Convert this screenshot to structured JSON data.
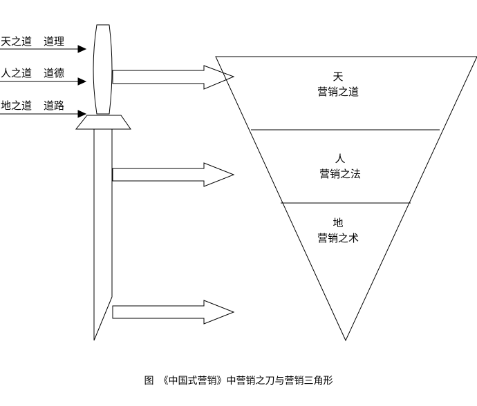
{
  "inputs": [
    {
      "dao": "天之道",
      "principle": "道理"
    },
    {
      "dao": "人之道",
      "principle": "道德"
    },
    {
      "dao": "地之道",
      "principle": "道路"
    }
  ],
  "triangle": {
    "levels": [
      {
        "name": "天",
        "desc": "营销之道"
      },
      {
        "name": "人",
        "desc": "营销之法"
      },
      {
        "name": "地",
        "desc": "营销之术"
      }
    ]
  },
  "caption": "图　《中国式营销》中营销之刀与营销三角形",
  "colors": {
    "stroke": "#000000",
    "background": "#ffffff"
  }
}
